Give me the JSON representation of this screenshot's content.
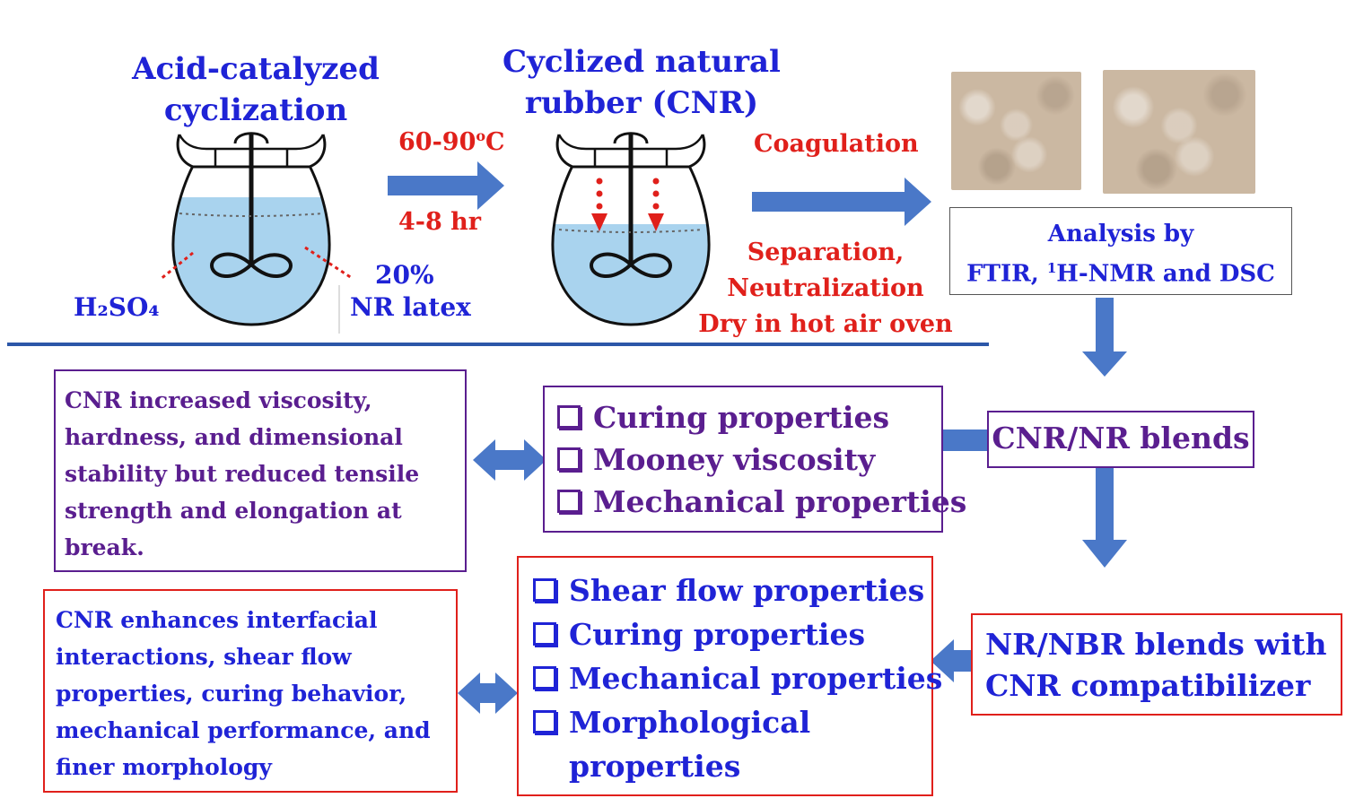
{
  "reactor1": {
    "title_line1": "Acid-catalyzed",
    "title_line2": "cyclization",
    "label_h2so4": "H₂SO₄",
    "label_pct": "20%",
    "label_latex": "NR latex"
  },
  "step1": {
    "temperature": "60-90",
    "temp_unit_sup": "o",
    "temp_unit": "C",
    "time": "4-8 hr"
  },
  "reactor2": {
    "title_line1": "Cyclized natural",
    "title_line2": "rubber (CNR)"
  },
  "step2": {
    "coagulation": "Coagulation",
    "separation": "Separation,",
    "neutralization": "Neutralization",
    "dry": "Dry in hot air oven"
  },
  "analysis": {
    "line1": "Analysis by",
    "line2_a": "FTIR, ",
    "line2_sup": "1",
    "line2_b": "H-NMR and DSC"
  },
  "cnr_nr": {
    "label": "CNR/NR blends",
    "properties": [
      "Curing properties",
      "Mooney viscosity",
      "Mechanical properties"
    ],
    "summary": [
      "CNR increased viscosity,",
      "hardness, and dimensional",
      "stability but reduced tensile",
      "strength and elongation at",
      "break."
    ]
  },
  "nr_nbr": {
    "label_line1": "NR/NBR blends with",
    "label_line2": "CNR compatibilizer",
    "properties": [
      "Shear flow properties",
      "Curing properties",
      "Mechanical properties",
      "Morphological"
    ],
    "properties_cont": "properties",
    "summary": [
      "CNR enhances interfacial",
      "interactions, shear flow",
      "properties, curing behavior,",
      "mechanical performance, and",
      "finer morphology"
    ]
  },
  "colors": {
    "title_blue": "#1f23d6",
    "process_red": "#e0201b",
    "purple": "#5a1e8f",
    "arrow_blue": "#4a78c8",
    "liquid": "#a9d3ee"
  }
}
